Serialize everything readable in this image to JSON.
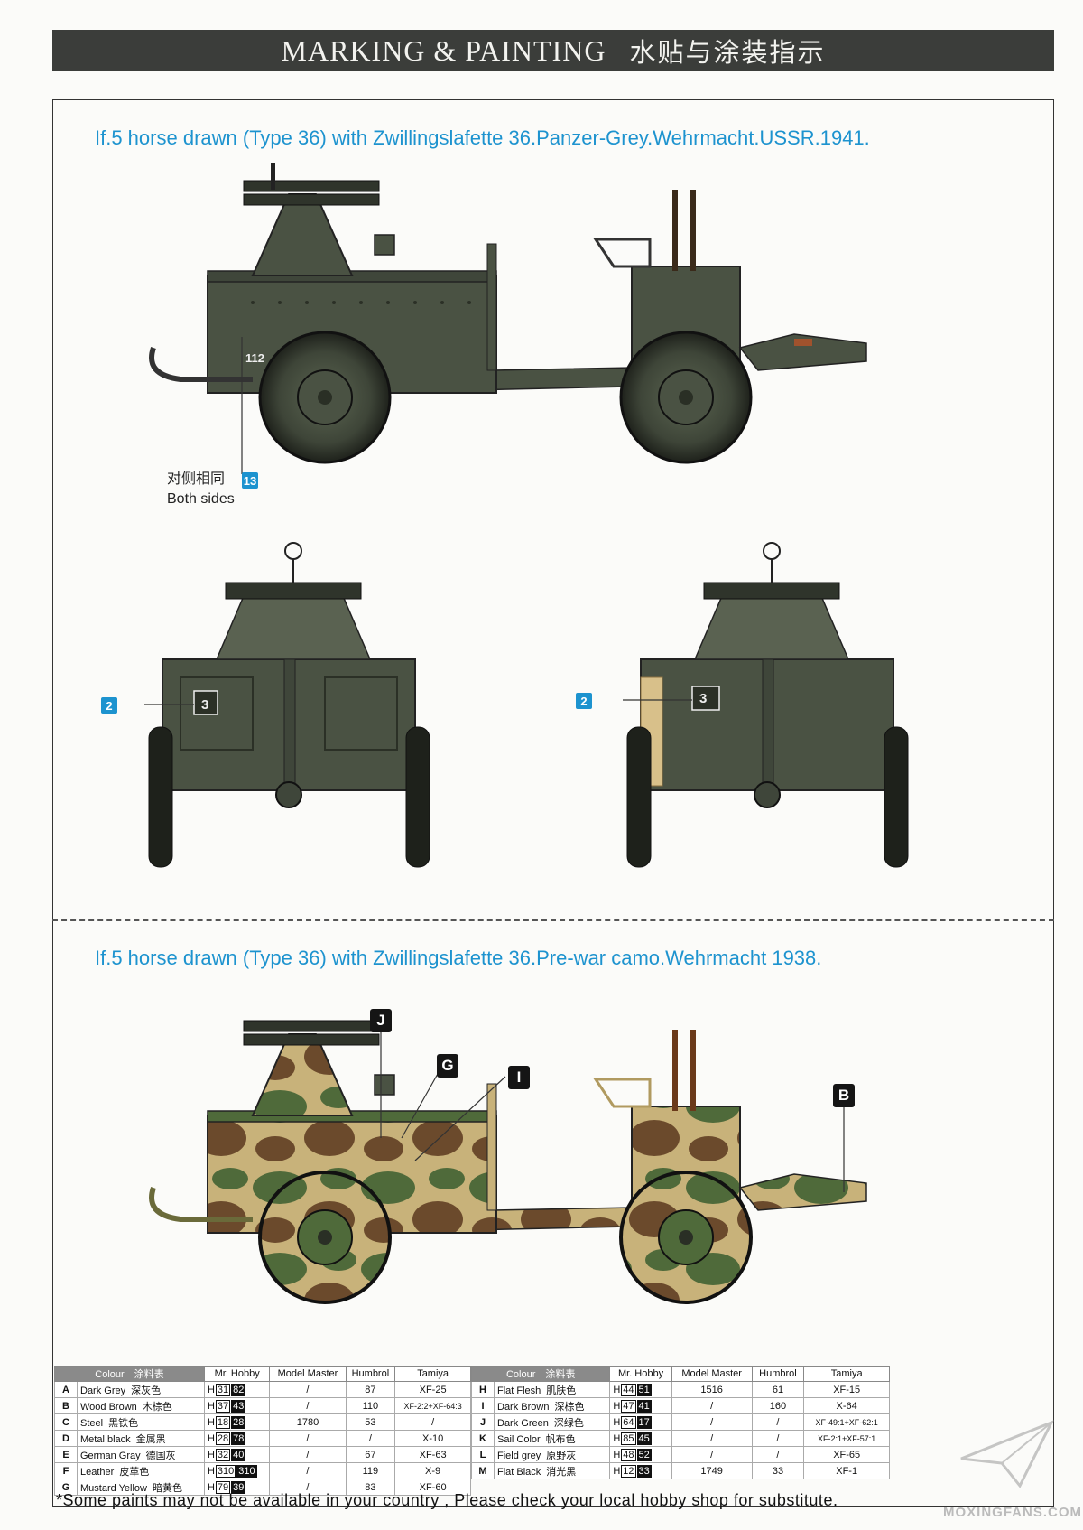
{
  "header": {
    "title_en": "MARKING & PAINTING",
    "title_zh": "水贴与涂装指示"
  },
  "scheme1": {
    "title": "If.5 horse drawn (Type 36) with Zwillingslafette 36.Panzer-Grey.Wehrmacht.USSR.1941.",
    "side_marking": "112",
    "note_zh": "对侧相同",
    "note_en": "Both sides",
    "note_decal": "13",
    "rear_decal_left": "2",
    "rear_decal_right": "2",
    "rear_marking": "3"
  },
  "scheme2": {
    "title": "If.5 horse drawn (Type 36) with Zwillingslafette 36.Pre-war camo.Wehrmacht 1938.",
    "letters": [
      "J",
      "G",
      "I",
      "B"
    ]
  },
  "table": {
    "headers": {
      "colour": "Colour　涂料表",
      "mr_hobby": "Mr. Hobby",
      "model_master": "Model Master",
      "humbrol": "Humbrol",
      "tamiya": "Tamiya"
    },
    "left": [
      {
        "code": "A",
        "name": "Dark Grey",
        "zh": "深灰色",
        "h1": "31",
        "h2": "82",
        "mm": "/",
        "hum": "87",
        "tam": "XF-25"
      },
      {
        "code": "B",
        "name": "Wood Brown",
        "zh": "木棕色",
        "h1": "37",
        "h2": "43",
        "mm": "/",
        "hum": "110",
        "tam": "XF-2:2+XF-64:3"
      },
      {
        "code": "C",
        "name": "Steel",
        "zh": "黑铁色",
        "h1": "18",
        "h2": "28",
        "mm": "1780",
        "hum": "53",
        "tam": "/"
      },
      {
        "code": "D",
        "name": "Metal black",
        "zh": "金属黑",
        "h1": "28",
        "h2": "78",
        "mm": "/",
        "hum": "/",
        "tam": "X-10"
      },
      {
        "code": "E",
        "name": "German Gray",
        "zh": "德国灰",
        "h1": "32",
        "h2": "40",
        "mm": "/",
        "hum": "67",
        "tam": "XF-63"
      },
      {
        "code": "F",
        "name": "Leather",
        "zh": "皮革色",
        "h1": "310",
        "h2": "310",
        "mm": "/",
        "hum": "119",
        "tam": "X-9"
      },
      {
        "code": "G",
        "name": "Mustard Yellow",
        "zh": "暗黄色",
        "h1": "79",
        "h2": "39",
        "mm": "/",
        "hum": "83",
        "tam": "XF-60"
      }
    ],
    "right": [
      {
        "code": "H",
        "name": "Flat Flesh",
        "zh": "肌肤色",
        "h1": "44",
        "h2": "51",
        "mm": "1516",
        "hum": "61",
        "tam": "XF-15"
      },
      {
        "code": "I",
        "name": "Dark Brown",
        "zh": "深棕色",
        "h1": "47",
        "h2": "41",
        "mm": "/",
        "hum": "160",
        "tam": "X-64"
      },
      {
        "code": "J",
        "name": "Dark Green",
        "zh": "深绿色",
        "h1": "64",
        "h2": "17",
        "mm": "/",
        "hum": "/",
        "tam": "XF-49:1+XF-62:1"
      },
      {
        "code": "K",
        "name": "Sail Color",
        "zh": "帆布色",
        "h1": "85",
        "h2": "45",
        "mm": "/",
        "hum": "/",
        "tam": "XF-2:1+XF-57:1"
      },
      {
        "code": "L",
        "name": "Field grey",
        "zh": "原野灰",
        "h1": "48",
        "h2": "52",
        "mm": "/",
        "hum": "/",
        "tam": "XF-65"
      },
      {
        "code": "M",
        "name": "Flat Black",
        "zh": "消光黑",
        "h1": "12",
        "h2": "33",
        "mm": "1749",
        "hum": "33",
        "tam": "XF-1"
      }
    ]
  },
  "footer": "*Some paints may not be available in your country , Please check your local hobby shop for substitute.",
  "watermark": "MOXINGFANS.COM",
  "colors": {
    "header_bg": "#3b3d3a",
    "accent_blue": "#1d93cf",
    "panzer_grey": "#4a5243",
    "camo_green": "#4f6a3a",
    "camo_brown": "#6b4a2c",
    "camo_sand": "#c8b27a"
  }
}
